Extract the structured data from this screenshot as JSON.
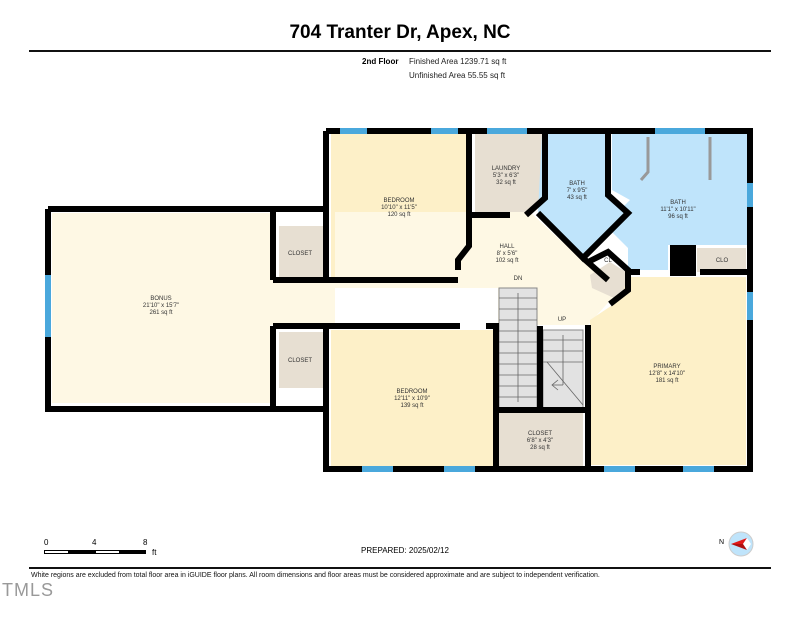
{
  "header": {
    "title": "704 Tranter Dr, Apex, NC",
    "floor": "2nd Floor",
    "finished_area": "Finished Area 1239.71 sq ft",
    "unfinished_area": "Unfinished Area 55.55 sq ft"
  },
  "rooms": {
    "bonus": {
      "name": "BONUS",
      "dims": "21'10\" x 15'7\"",
      "area": "261 sq ft"
    },
    "bedroom1": {
      "name": "BEDROOM",
      "dims": "10'10\" x 11'5\"",
      "area": "120 sq ft"
    },
    "laundry": {
      "name": "LAUNDRY",
      "dims": "5'3\" x 6'3\"",
      "area": "32 sq ft"
    },
    "bath1": {
      "name": "BATH",
      "dims": "7' x 9'5\"",
      "area": "43 sq ft"
    },
    "bath2": {
      "name": "BATH",
      "dims": "11'1\" x 10'11\"",
      "area": "96 sq ft"
    },
    "hall": {
      "name": "HALL",
      "dims": "8' x 5'6\"",
      "area": "102 sq ft"
    },
    "bedroom2": {
      "name": "BEDROOM",
      "dims": "12'11\" x 10'9\"",
      "area": "139 sq ft"
    },
    "primary": {
      "name": "PRIMARY",
      "dims": "12'8\" x 14'10\"",
      "area": "181 sq ft"
    },
    "closet_small": {
      "name": "CLOSET",
      "dims": "6'8\" x 4'3\"",
      "area": "28 sq ft"
    },
    "closet_top": {
      "name": "CLOSET"
    },
    "closet_bottom": {
      "name": "CLOSET"
    },
    "cl": {
      "name": "CL"
    },
    "clo": {
      "name": "CLO"
    },
    "stairs_down": {
      "name": "DN"
    },
    "stairs_up": {
      "name": "UP"
    }
  },
  "colors": {
    "wall": "#000000",
    "bedroom_fill": "#fdf0c8",
    "hall_fill": "#fef8e4",
    "bath_fill": "#bfe4fb",
    "closet_fill": "#e7dfd2",
    "window": "#4aa8dc",
    "stair": "#e2e2e2"
  },
  "scale": {
    "ticks": [
      "0",
      "4",
      "8"
    ],
    "unit": "ft"
  },
  "footer": {
    "prepared": "PREPARED: 2025/02/12",
    "disclaimer": "White regions are excluded from total floor area in iGUIDE floor plans. All room dimensions and floor areas must be considered approximate and are subject to independent verification.",
    "brand": "TMLS",
    "compass_label": "N"
  }
}
